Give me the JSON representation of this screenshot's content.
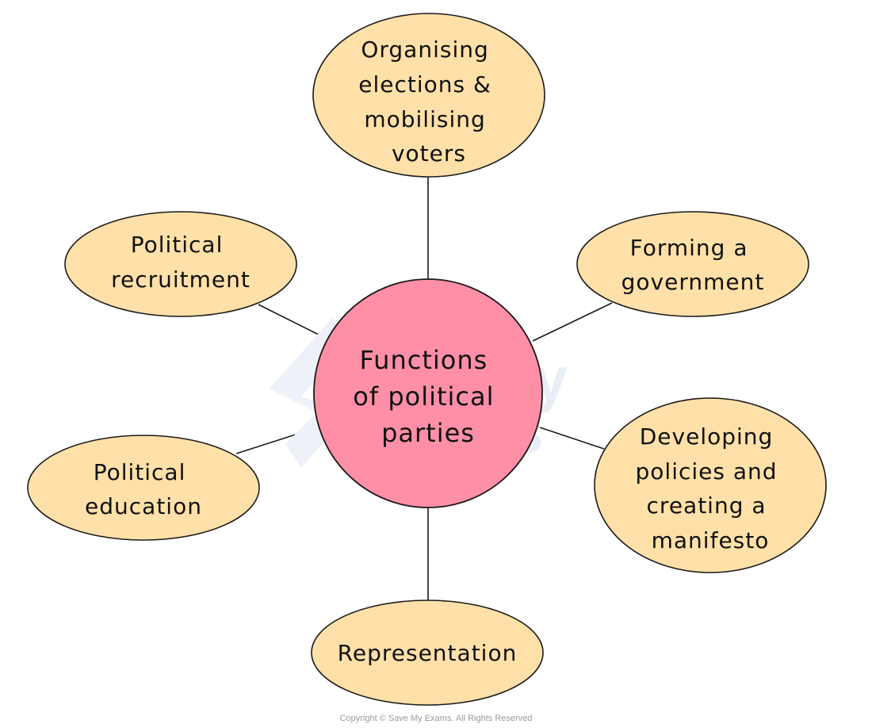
{
  "diagram": {
    "center": {
      "lines": [
        "Functions",
        "of political",
        "parties"
      ],
      "fill": "#ff8fa6"
    },
    "nodes": [
      {
        "key": "top",
        "lines": [
          "Organising",
          "elections &",
          "mobilising",
          "voters"
        ]
      },
      {
        "key": "upper-right",
        "lines": [
          "Forming a",
          "government"
        ]
      },
      {
        "key": "lower-right",
        "lines": [
          "Developing",
          "policies and",
          "creating a",
          "manifesto"
        ]
      },
      {
        "key": "bottom",
        "lines": [
          "Representation"
        ]
      },
      {
        "key": "lower-left",
        "lines": [
          "Political",
          "education"
        ]
      },
      {
        "key": "upper-left",
        "lines": [
          "Political",
          "recruitment"
        ]
      }
    ],
    "node_fill": "#ffe0a8",
    "watermark": "Save My Exams"
  },
  "footer": {
    "copyright": "Copyright © Save My Exams. All Rights Reserved"
  }
}
